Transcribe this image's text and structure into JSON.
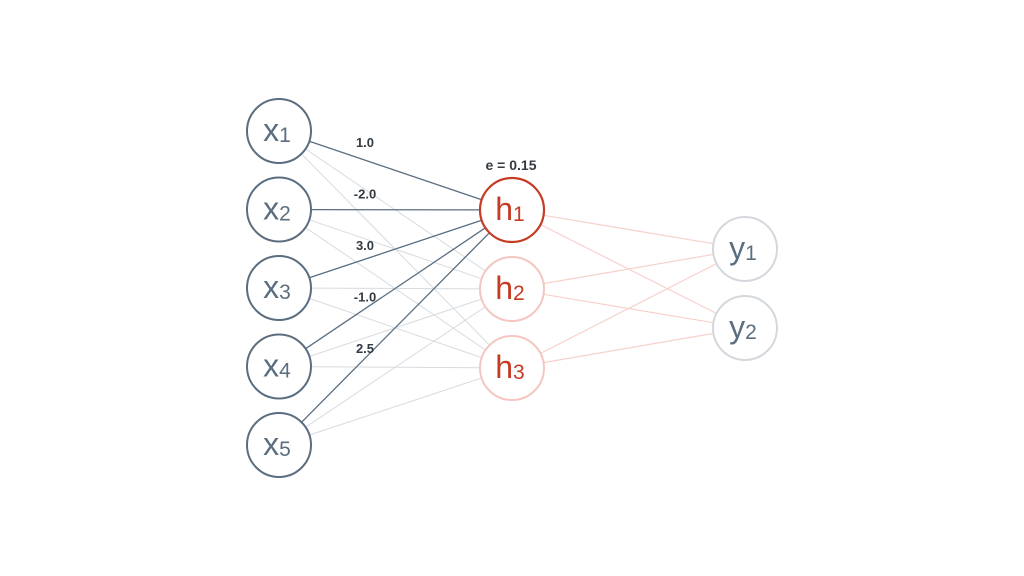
{
  "diagram": {
    "error_label": "e = 0.15",
    "colors": {
      "input": "#5a6e80",
      "hidden_active": "#c63b24",
      "hidden_faded": "#f3c7bf",
      "output_stroke": "#d4d8dc",
      "output_text": "#5a6e80",
      "edge_active": "#5a6e80",
      "edge_faded": "#d6dbe0",
      "edge_hidden_out": "#f6d2cb"
    },
    "input_nodes": [
      {
        "id": "x1",
        "letter": "x",
        "sub": "1"
      },
      {
        "id": "x2",
        "letter": "x",
        "sub": "2"
      },
      {
        "id": "x3",
        "letter": "x",
        "sub": "3"
      },
      {
        "id": "x4",
        "letter": "x",
        "sub": "4"
      },
      {
        "id": "x5",
        "letter": "x",
        "sub": "5"
      }
    ],
    "hidden_nodes": [
      {
        "id": "h1",
        "letter": "h",
        "sub": "1",
        "active": true
      },
      {
        "id": "h2",
        "letter": "h",
        "sub": "2",
        "active": false
      },
      {
        "id": "h3",
        "letter": "h",
        "sub": "3",
        "active": false
      }
    ],
    "output_nodes": [
      {
        "id": "y1",
        "letter": "y",
        "sub": "1"
      },
      {
        "id": "y2",
        "letter": "y",
        "sub": "2"
      }
    ],
    "weights_to_h1": [
      "1.0",
      "-2.0",
      "3.0",
      "-1.0",
      "2.5"
    ]
  }
}
